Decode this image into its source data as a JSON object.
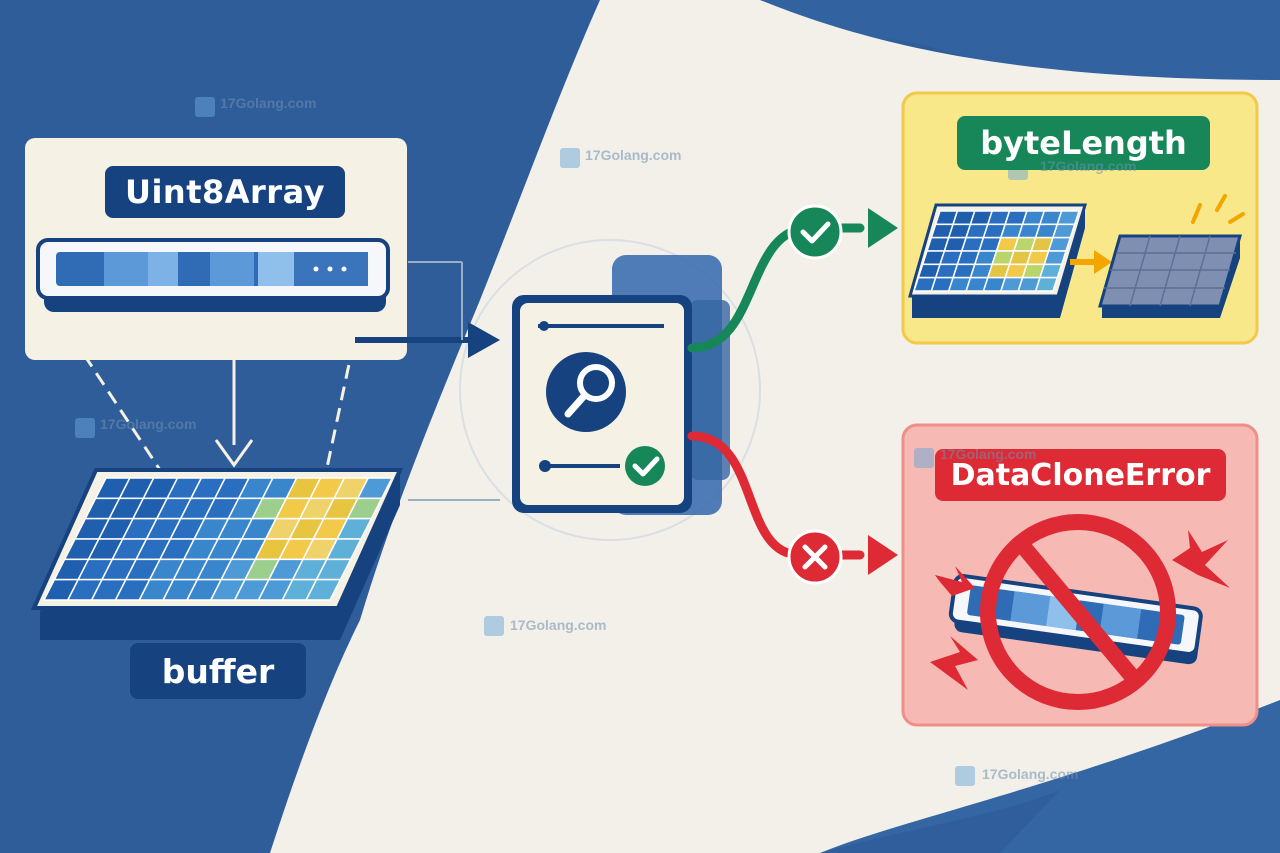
{
  "labels": {
    "typed_array": "Uint8Array",
    "buffer": "buffer",
    "success": "byteLength",
    "error": "DataCloneError"
  },
  "watermark": {
    "text": "17Golang.com"
  },
  "colors": {
    "navy": "#16427f",
    "success_green": "#17875a",
    "error_red": "#de2a34",
    "highlight_yellow": "#f3c94a",
    "success_panel": "#f8e889",
    "error_panel": "#f7b9b3"
  }
}
